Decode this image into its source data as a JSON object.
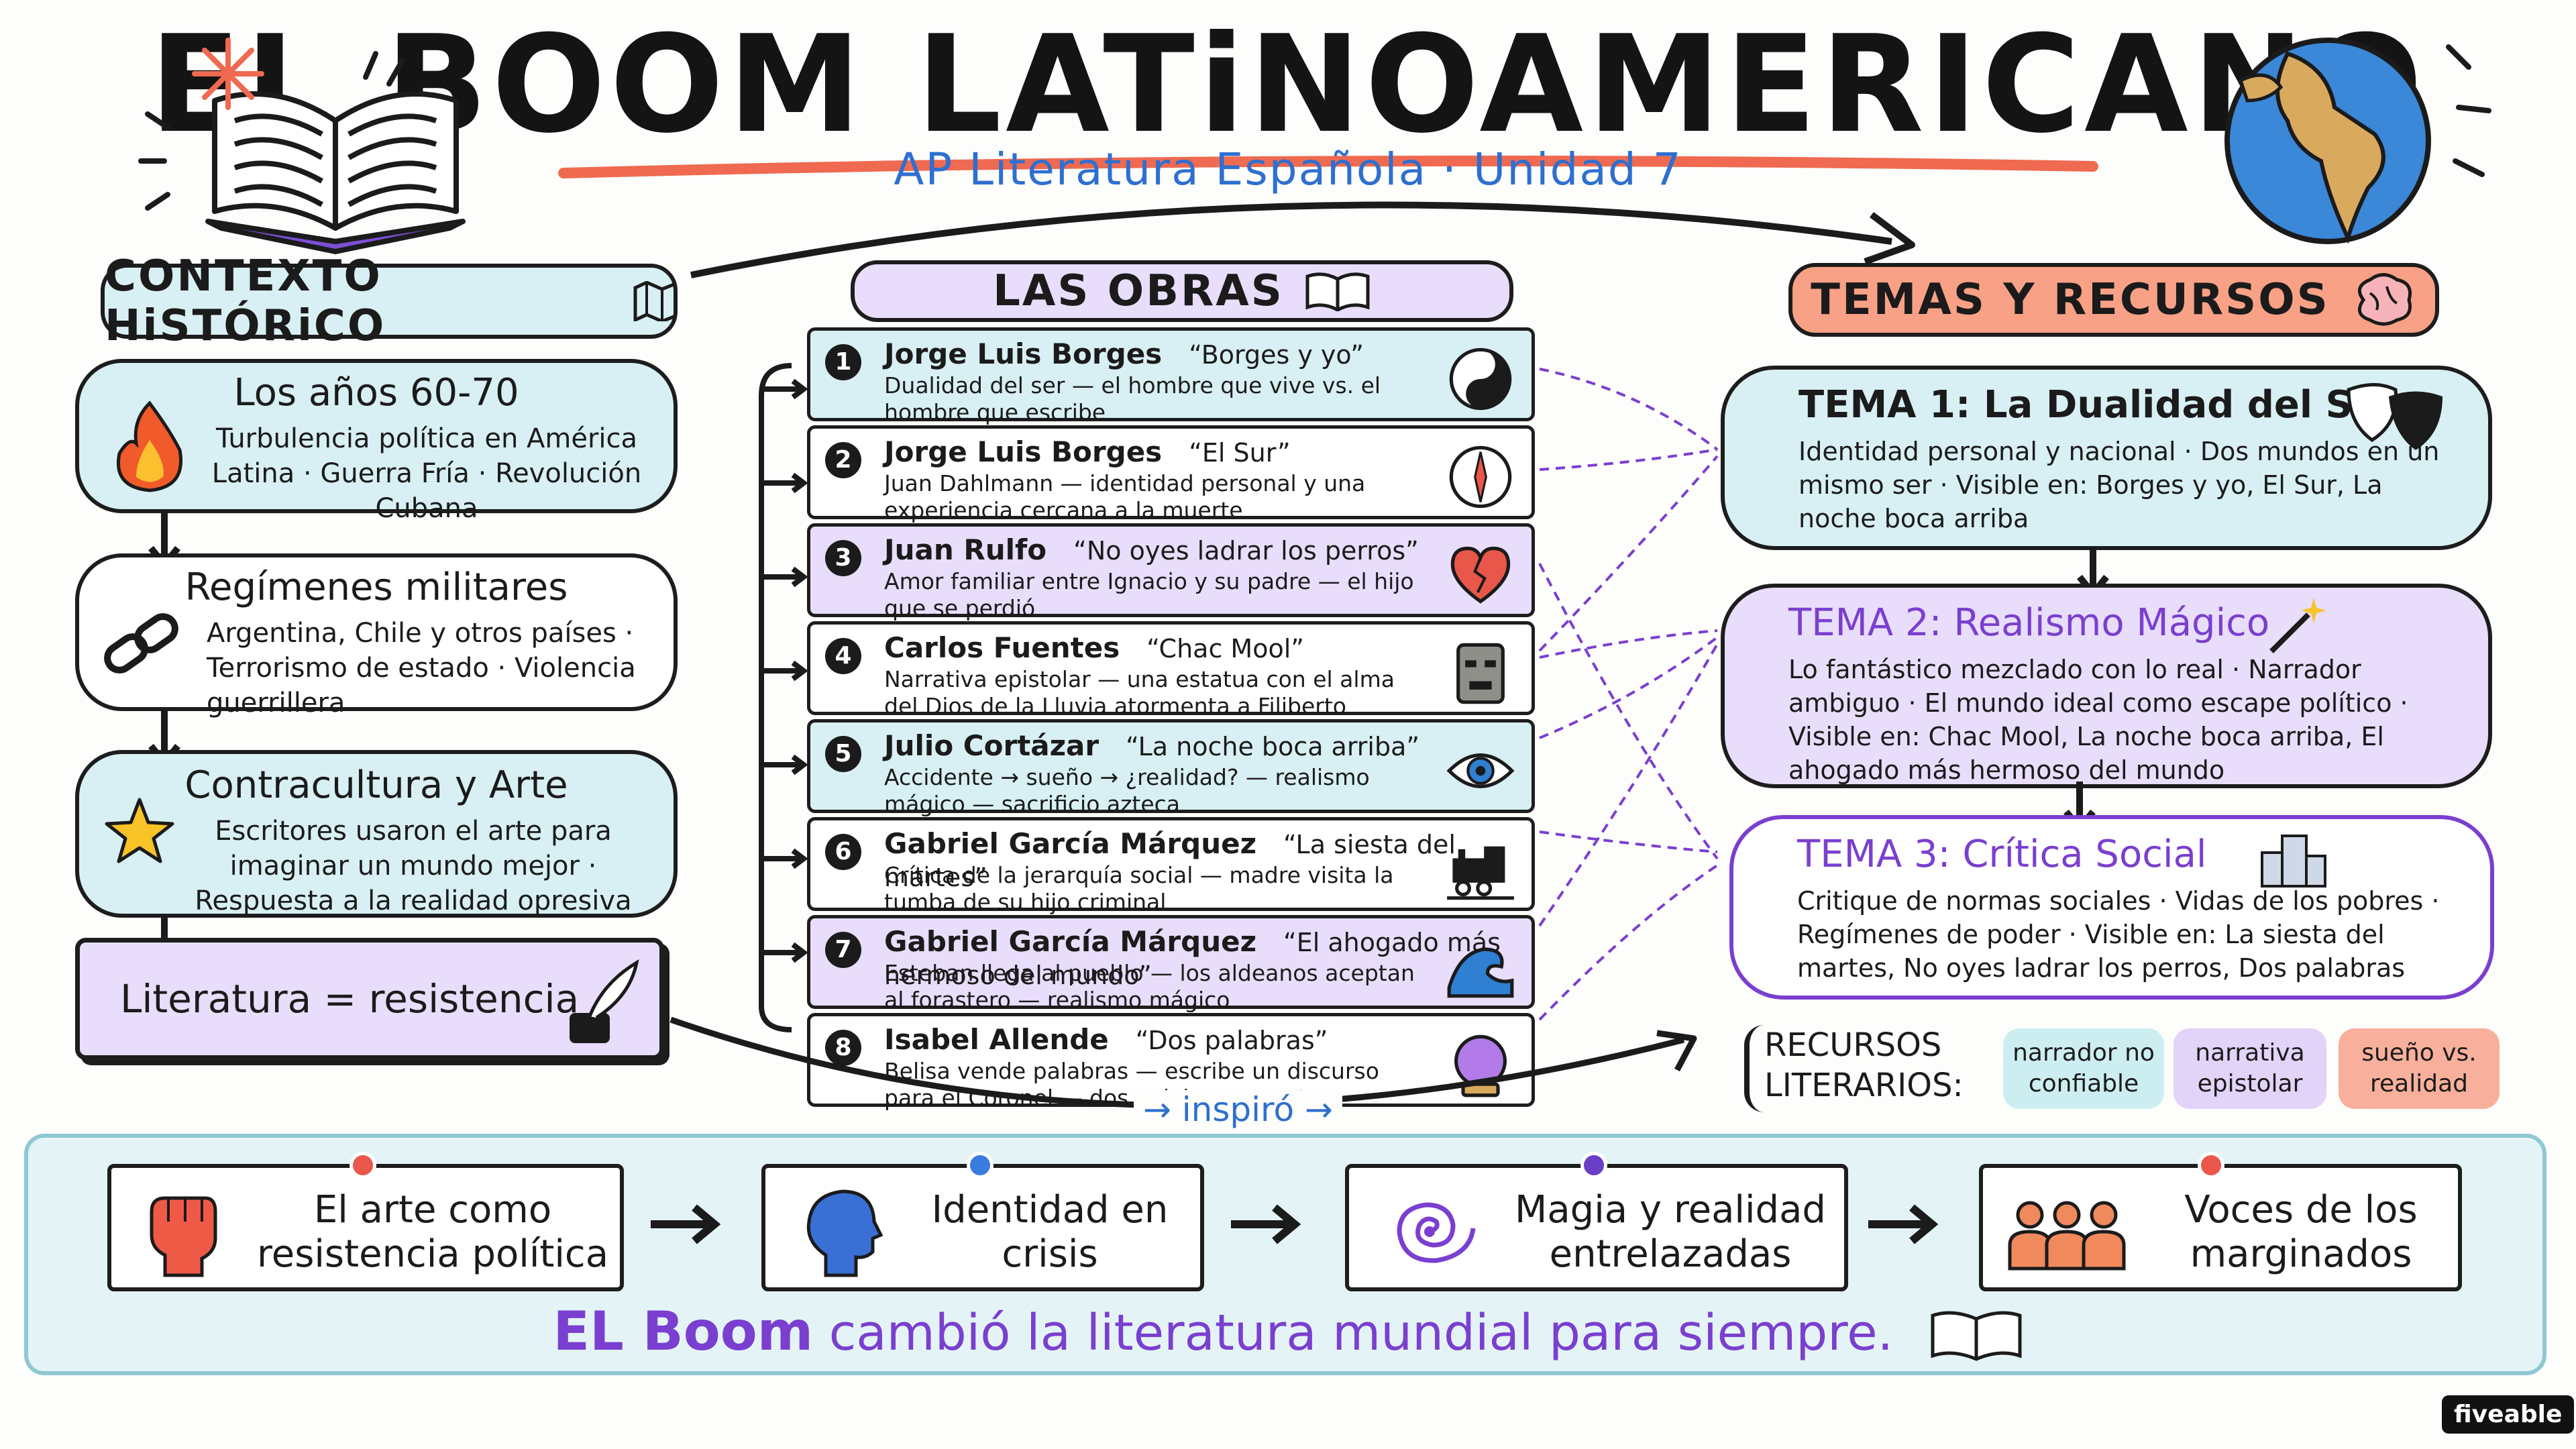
{
  "title": "EL BOOM LATiNOAMERICANO",
  "subtitle": "AP Literatura Española · Unidad 7",
  "colors": {
    "cyan": "#d8f0f4",
    "purple": "#e8ddfa",
    "salmon": "#f8a186",
    "accent_red": "#ef6a50",
    "accent_purple": "#7a3fd0",
    "blue": "#2e6fd0"
  },
  "contexto": {
    "header": "CONTEXTO HiSTÓRiCO",
    "header_icon": "map-icon",
    "cards": [
      {
        "title": "Los años 60-70",
        "text": "Turbulencia política en América Latina · Guerra Fría · Revolución Cubana",
        "icon": "fire-icon"
      },
      {
        "title": "Regímenes militares",
        "text": "Argentina, Chile y otros países · Terrorismo de estado · Violencia guerrillera",
        "icon": "chain-icon"
      },
      {
        "title": "Contracultura y Arte",
        "text": "Escritores usaron el arte para imaginar un mundo mejor · Respuesta a la realidad opresiva",
        "icon": "star-icon"
      }
    ],
    "conclusion": "Literatura = resistencia",
    "conclusion_icon": "quill-inkpot-icon"
  },
  "obras": {
    "header": "LAS OBRAS",
    "header_icon": "open-book-icon",
    "items": [
      {
        "num": "1",
        "author": "Jorge Luis Borges",
        "work": "“Borges y yo”",
        "desc": "Dualidad del ser — el hombre que vive vs. el hombre que escribe",
        "icon": "yin-yang-icon",
        "color": "#d8f0f4"
      },
      {
        "num": "2",
        "author": "Jorge Luis Borges",
        "work": "“El Sur”",
        "desc": "Juan Dahlmann — identidad personal y una experiencia cercana a la muerte",
        "icon": "compass-icon",
        "color": "#ffffff"
      },
      {
        "num": "3",
        "author": "Juan Rulfo",
        "work": "“No oyes ladrar los perros”",
        "desc": "Amor familiar entre Ignacio y su padre — el hijo que se perdió",
        "icon": "broken-heart-icon",
        "color": "#e8ddfa"
      },
      {
        "num": "4",
        "author": "Carlos Fuentes",
        "work": "“Chac Mool”",
        "desc": "Narrativa epistolar — una estatua con el alma del Dios de la Lluvia atormenta a Filiberto",
        "icon": "stone-idol-icon",
        "color": "#ffffff"
      },
      {
        "num": "5",
        "author": "Julio Cortázar",
        "work": "“La noche boca arriba”",
        "desc": "Accidente → sueño → ¿realidad? — realismo mágico — sacrificio azteca",
        "icon": "eye-icon",
        "color": "#d8f0f4"
      },
      {
        "num": "6",
        "author": "Gabriel García Márquez",
        "work": "“La siesta del martes”",
        "desc": "Crítica de la jerarquía social — madre visita la tumba de su hijo criminal",
        "icon": "train-icon",
        "color": "#ffffff"
      },
      {
        "num": "7",
        "author": "Gabriel García Márquez",
        "work": "“El ahogado más hermoso del mundo”",
        "desc": "Esteban llega al pueblo — los aldeanos aceptan al forastero — realismo mágico",
        "icon": "wave-icon",
        "color": "#e8ddfa"
      },
      {
        "num": "8",
        "author": "Isabel Allende",
        "work": "“Dos palabras”",
        "desc": "Belisa vende palabras — escribe un discurso para el Coronel — dos palabras secretas",
        "icon": "crystal-ball-icon",
        "color": "#ffffff"
      }
    ],
    "inspiro": "→ inspiró →"
  },
  "temas": {
    "header": "TEMAS Y RECURSOS",
    "header_icon": "brain-icon",
    "items": [
      {
        "title": "TEMA 1: La Dualidad del Ser",
        "text": "Identidad personal y nacional · Dos mundos en un mismo ser · Visible en: Borges y yo, El Sur, La noche boca arriba",
        "icon": "theater-masks-icon"
      },
      {
        "title": "TEMA 2: Realismo Mágico",
        "text": "Lo fantástico mezclado con lo real · Narrador ambiguo · El mundo ideal como escape político · Visible en: Chac Mool, La noche boca arriba, El ahogado más hermoso del mundo",
        "icon": "magic-wand-icon"
      },
      {
        "title": "TEMA 3: Crítica Social",
        "text": "Critique de normas sociales · Vidas de los pobres · Regímenes de poder · Visible en: La siesta del martes, No oyes ladrar los perros, Dos palabras",
        "icon": "buildings-icon"
      }
    ],
    "recursos_label_1": "RECURSOS",
    "recursos_label_2": "LITERARIOS:",
    "recursos": [
      "narrador no confiable",
      "narrativa epistolar",
      "sueño vs. realidad"
    ]
  },
  "legado": {
    "steps": [
      {
        "label": "El arte como resistencia política",
        "icon": "raised-fist-icon",
        "dot": "#e8574a"
      },
      {
        "label": "Identidad en crisis",
        "icon": "head-silhouette-icon",
        "dot": "#3a7be0"
      },
      {
        "label": "Magia y realidad entrelazadas",
        "icon": "galaxy-spiral-icon",
        "dot": "#6a3fc8"
      },
      {
        "label": "Voces de los marginados",
        "icon": "people-group-icon",
        "dot": "#e8574a"
      }
    ],
    "footer_bold": "EL Boom",
    "footer_rest": "cambió la literatura mundial para siempre.",
    "footer_icon": "open-book-icon"
  },
  "brand": "fiveable"
}
